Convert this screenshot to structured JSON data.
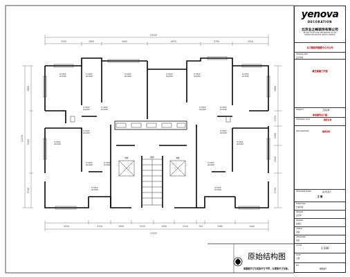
{
  "drawing": {
    "dims_top_total": "23320",
    "dims_top": [
      "3320",
      "1850",
      "4400",
      "6970",
      "3790",
      "3320"
    ],
    "dims_bottom_total": "23320",
    "dims_bottom": [
      "4310",
      "2310",
      "1950",
      "2310",
      "1950",
      "2310",
      "720",
      "3360",
      "1400"
    ],
    "dims_left": [
      "12270",
      "3860",
      "5540",
      "2740"
    ],
    "dims_right": [
      "3860",
      "1270",
      "1590",
      "1540",
      "2740"
    ],
    "room_labels": [
      "H:3350\nW:2200",
      "H:3350\nW:2200",
      "H:3350\nW:2200",
      "H:3350\nW:2200",
      "H:3350\nW:2200",
      "H:3350\nW:2200",
      "H:3350\nW:2200",
      "H:3350\nW:2200",
      "H:3350\nW:2200",
      "H:3350\nW:2200",
      "H:3350\nW:2200",
      "H:3350\nW:2200",
      "H:3350\nW:2200",
      "H:3350\nW:2200",
      "H:3350\nW:2200",
      "H:3350\nW:2200",
      "H:3350\nW:2200",
      "H:3350\nW:2200",
      "H:3350\nW:2200"
    ],
    "stair_labels": [
      "电梯",
      "电梯",
      "楼梯"
    ]
  },
  "title_block": {
    "logo": "yenova",
    "logo_sub": "DECORATION",
    "company": "北京业之峰装饰有限公司",
    "company_en": "BEI JING YE ZHI FENG DECORATION CO.,LTD",
    "company_sub": "YENOVA DECORATION LIMITED COMPANY",
    "branch": "业之峰装饰旗舰中心分公司",
    "design_unit_label": "DESIGN UNIT",
    "design_unit_value": "设计单位",
    "studio": "峰芝高端工作室",
    "project_label": "PROJECT",
    "project_value": "工程名称",
    "project_name": "原始建筑设计图",
    "drawing_title_label": "DRAWING TITLE",
    "drawing_title_value": "图纸名称",
    "explanation_label": "EXPLANATION",
    "explanation_value": "图纸说明",
    "designer_label": "DESIGNER NAME",
    "designer_value": "设计负责人",
    "designer_name": "王 楠",
    "function_label": "FUNCTION",
    "function_value": "方案阶段",
    "design_label": "DESIGN",
    "design_value": "设计师",
    "drawn_label": "DRAWN",
    "drawn_value": "绘图员",
    "check_label": "CHECK",
    "check_value": "审核",
    "approved_label": "APPROVED",
    "approved_value": "审定",
    "scale_label": "SCALE",
    "scale_value": "1:100",
    "date_label": "DATE",
    "date_value": "日期",
    "no_label": "NO.",
    "no_value": "图纸编号"
  },
  "footer": {
    "title": "原始结构图",
    "note": "如图纸尺寸与实际尺寸不符，以现场尺寸为准。"
  }
}
